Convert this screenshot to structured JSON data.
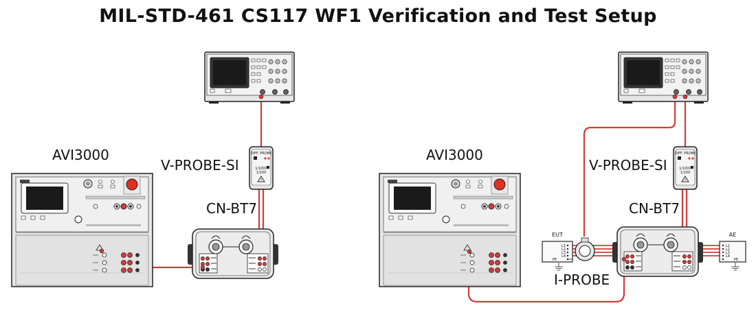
{
  "title": "MIL-STD-461 CS117 WF1 Verification and Test Setup",
  "left": {
    "generator_label": "AVI3000",
    "probe_label": "V-PROBE-SI",
    "coupler_label": "CN-BT7"
  },
  "right": {
    "generator_label": "AVI3000",
    "probe_label": "V-PROBE-SI",
    "coupler_label": "CN-BT7",
    "current_probe_label": "I-PROBE",
    "eut_label": "EUT",
    "ae_label": "AE",
    "eut_pins": [
      "L1",
      "L2",
      "L3",
      "L4",
      "PE"
    ],
    "ae_pins": [
      "L1",
      "L2",
      "L3",
      "L4",
      "PE"
    ]
  },
  "probe_box": {
    "header": "DIFF. PROBE",
    "ratio_a": "1/1000",
    "ratio_b": "1/100"
  },
  "colors": {
    "cable": "#d63a3a",
    "device_body": "#e6e6e6",
    "device_panel": "#8a8a8a",
    "screen": "#1a1a1a",
    "outline": "#222222",
    "stop_button": "#e03020"
  }
}
